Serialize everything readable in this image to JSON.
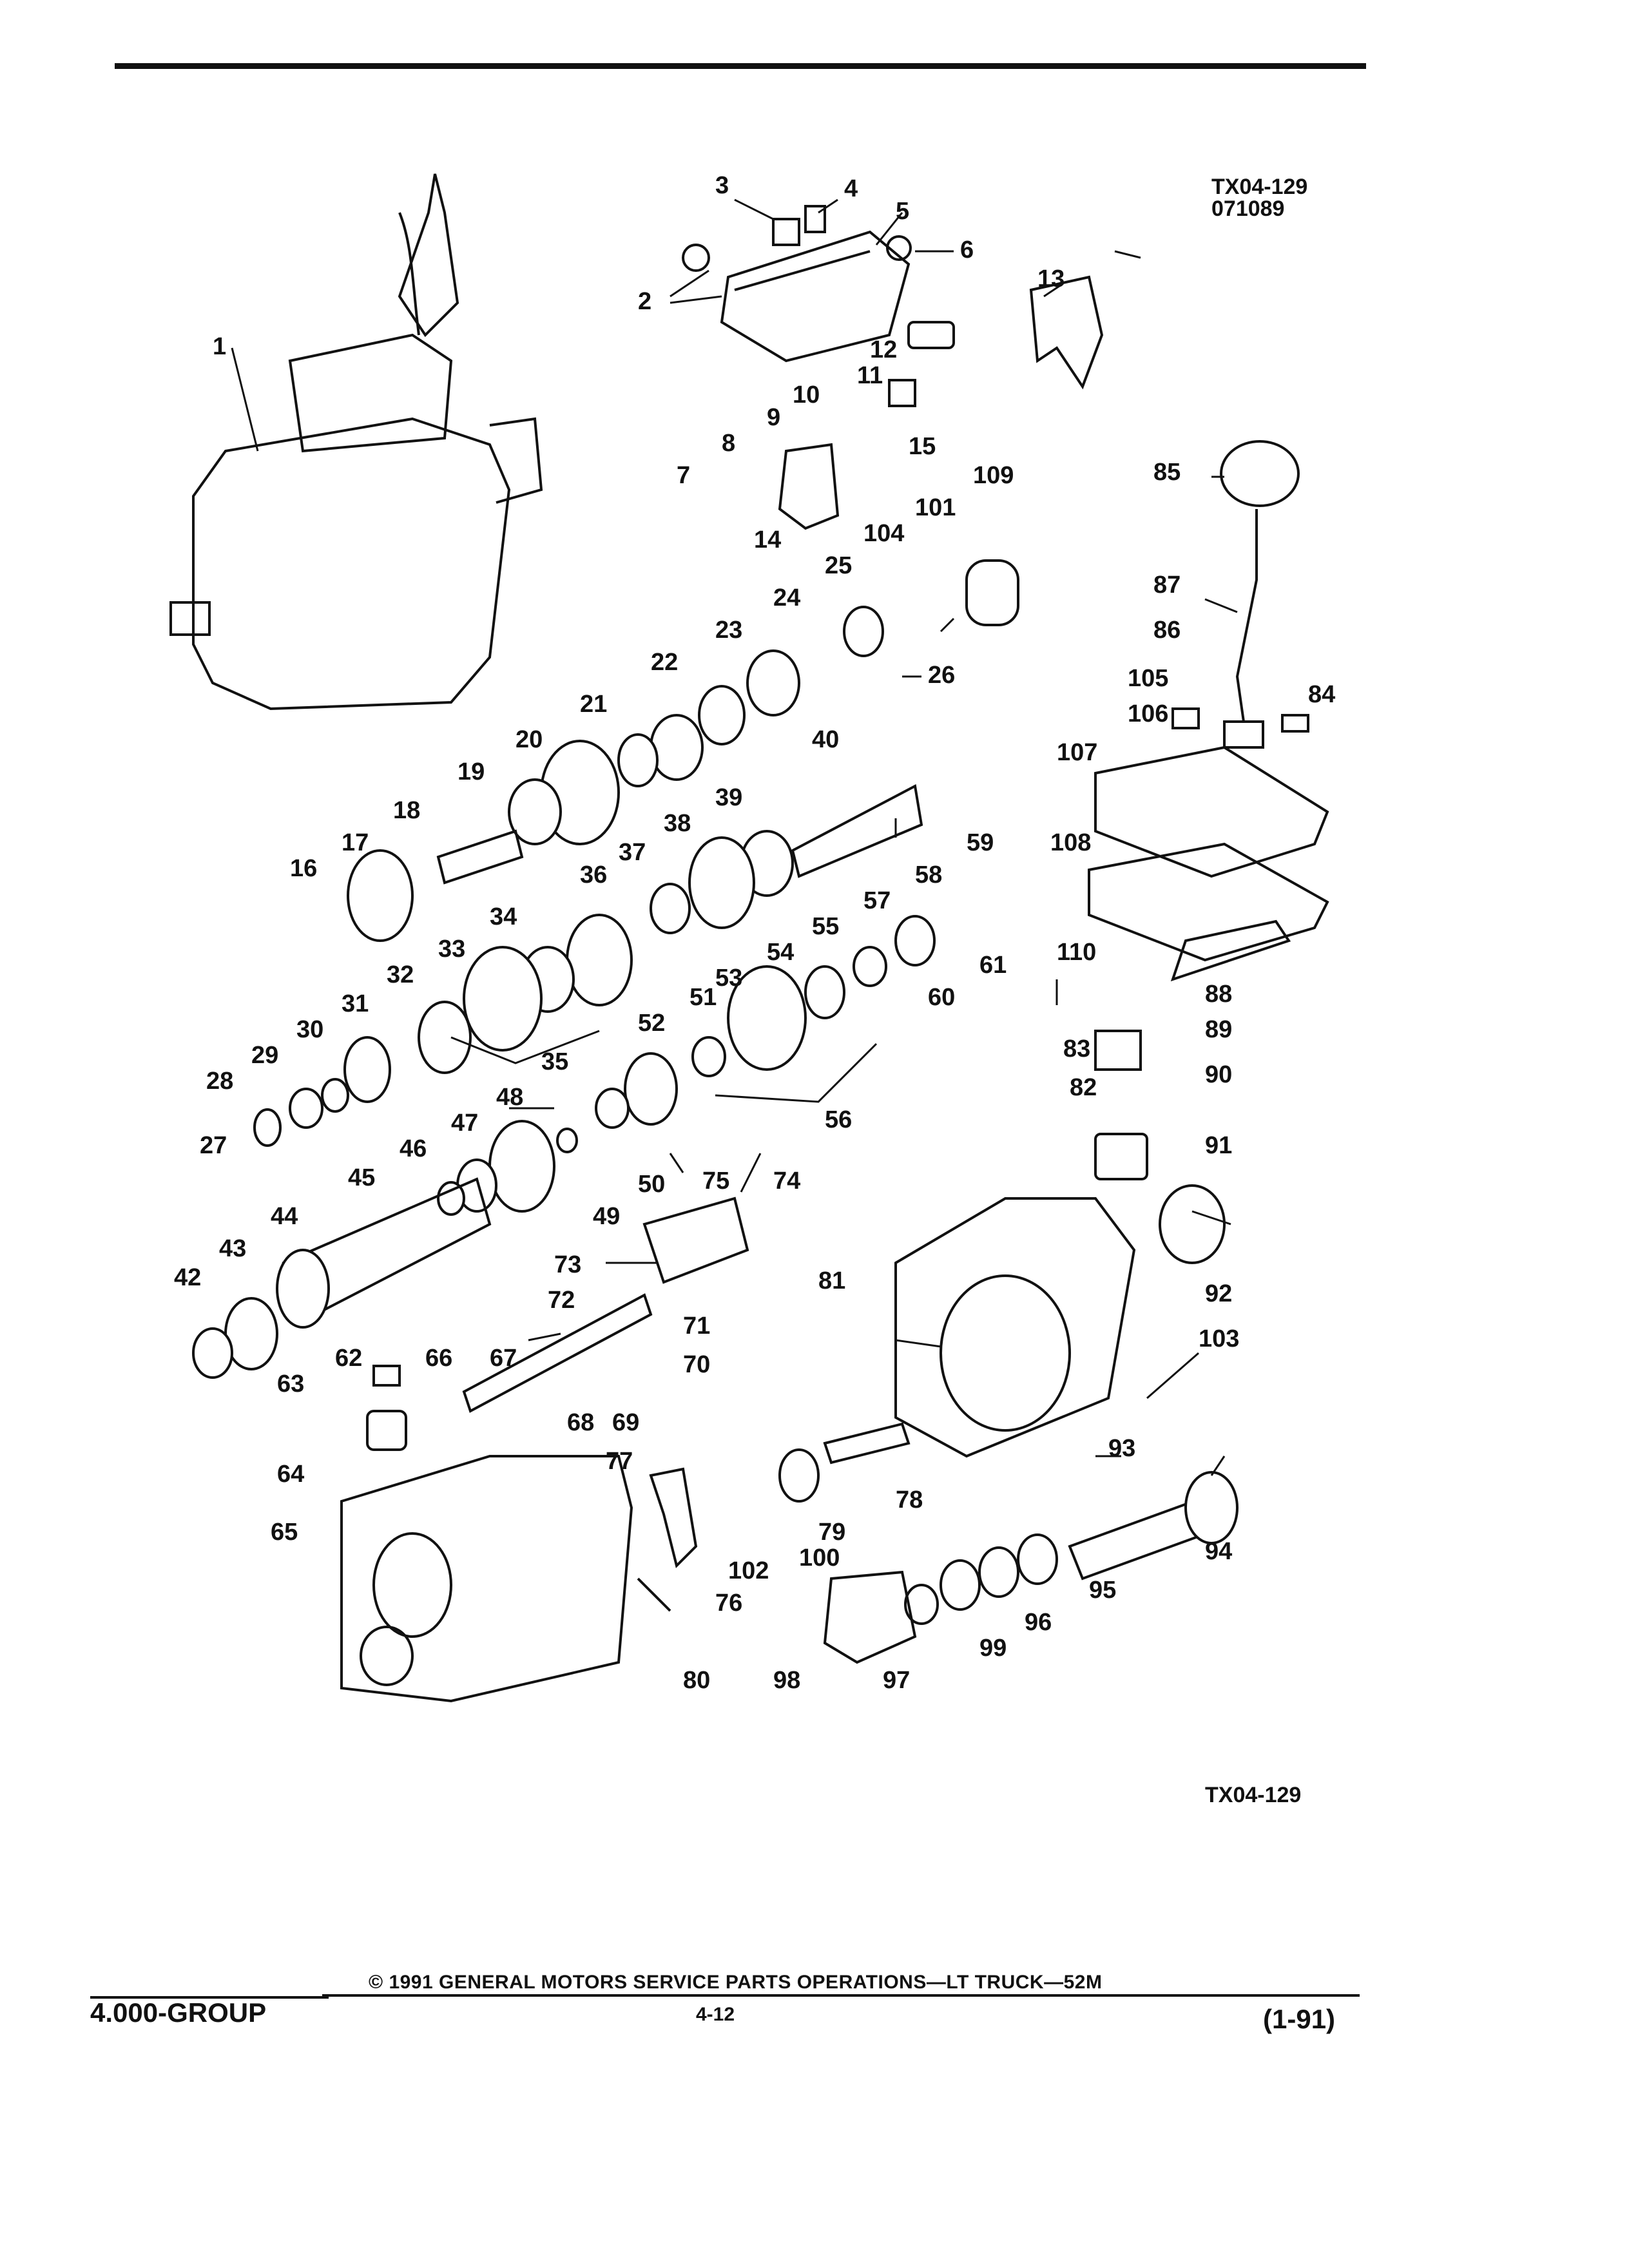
{
  "figure_code_top": "TX04-129",
  "figure_date_top": "071089",
  "figure_code_bottom": "TX04-129",
  "footer": {
    "group": "4.000-GROUP",
    "copyright": "© 1991 GENERAL MOTORS SERVICE PARTS OPERATIONS—LT TRUCK—52M",
    "page": "4-12",
    "date": "(1-91)"
  },
  "callouts": [
    "1",
    "2",
    "3",
    "4",
    "5",
    "6",
    "7",
    "8",
    "9",
    "10",
    "11",
    "12",
    "13",
    "14",
    "15",
    "16",
    "17",
    "18",
    "19",
    "20",
    "21",
    "22",
    "23",
    "24",
    "25",
    "26",
    "27",
    "28",
    "29",
    "30",
    "31",
    "32",
    "33",
    "34",
    "35",
    "36",
    "37",
    "38",
    "39",
    "40",
    "42",
    "43",
    "44",
    "45",
    "46",
    "47",
    "48",
    "49",
    "50",
    "51",
    "52",
    "53",
    "54",
    "55",
    "56",
    "57",
    "58",
    "59",
    "60",
    "61",
    "62",
    "63",
    "64",
    "65",
    "66",
    "67",
    "68",
    "69",
    "70",
    "71",
    "72",
    "73",
    "74",
    "75",
    "76",
    "77",
    "78",
    "79",
    "80",
    "81",
    "82",
    "83",
    "84",
    "85",
    "86",
    "87",
    "88",
    "89",
    "90",
    "91",
    "92",
    "93",
    "94",
    "95",
    "96",
    "97",
    "98",
    "99",
    "100",
    "101",
    "102",
    "103",
    "104",
    "105",
    "106",
    "107",
    "108",
    "109",
    "110"
  ]
}
